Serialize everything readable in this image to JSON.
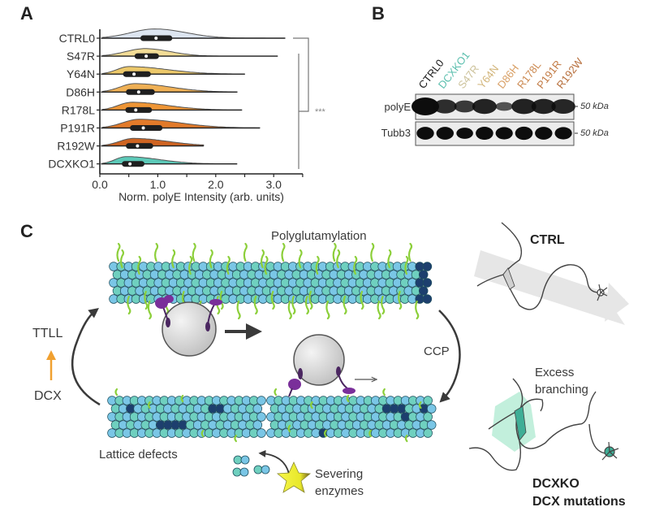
{
  "panels": {
    "A": {
      "letter": "A"
    },
    "B": {
      "letter": "B"
    },
    "C": {
      "letter": "C"
    }
  },
  "chart_data": {
    "type": "violin",
    "orientation": "horizontal",
    "title": "",
    "xlabel": "Norm. polyE Intensity (arb. units)",
    "ylabel": "",
    "xlim": [
      0.0,
      3.5
    ],
    "xticks": [
      0.0,
      0.5,
      1.0,
      1.5,
      2.0,
      2.5,
      3.0,
      3.5
    ],
    "xtick_labels": [
      "0.0",
      "1.0",
      "2.0",
      "3.0"
    ],
    "xtick_label_values": [
      0.0,
      1.0,
      2.0,
      3.0
    ],
    "grid": false,
    "categories": [
      "CTRL0",
      "S47R",
      "Y64N",
      "D86H",
      "R178L",
      "P191R",
      "R192W",
      "DCXKO1"
    ],
    "series": [
      {
        "name": "CTRL0",
        "color": "#dde5f0",
        "min": 0.05,
        "q1": 0.7,
        "median": 0.97,
        "q3": 1.25,
        "max": 3.2,
        "mode": 0.95,
        "density_width": 0.55
      },
      {
        "name": "S47R",
        "color": "#f2dc96",
        "min": 0.05,
        "q1": 0.6,
        "median": 0.8,
        "q3": 1.02,
        "max": 3.07,
        "mode": 0.78,
        "density_width": 0.4
      },
      {
        "name": "Y64N",
        "color": "#ecc86a",
        "min": 0.05,
        "q1": 0.4,
        "median": 0.59,
        "q3": 0.88,
        "max": 2.5,
        "mode": 0.5,
        "density_width": 0.4
      },
      {
        "name": "D86H",
        "color": "#efb055",
        "min": 0.05,
        "q1": 0.45,
        "median": 0.67,
        "q3": 0.95,
        "max": 2.37,
        "mode": 0.6,
        "density_width": 0.48
      },
      {
        "name": "R178L",
        "color": "#ee9535",
        "min": 0.05,
        "q1": 0.44,
        "median": 0.62,
        "q3": 0.9,
        "max": 2.45,
        "mode": 0.55,
        "density_width": 0.42
      },
      {
        "name": "P191R",
        "color": "#e27a2a",
        "min": 0.05,
        "q1": 0.52,
        "median": 0.75,
        "q3": 1.08,
        "max": 2.76,
        "mode": 0.68,
        "density_width": 0.5
      },
      {
        "name": "R192W",
        "color": "#cf6422",
        "min": 0.05,
        "q1": 0.45,
        "median": 0.65,
        "q3": 0.92,
        "max": 1.79,
        "mode": 0.58,
        "density_width": 0.4
      },
      {
        "name": "DCXKO1",
        "color": "#5cc9b8",
        "min": 0.05,
        "q1": 0.38,
        "median": 0.52,
        "q3": 0.77,
        "max": 2.37,
        "mode": 0.45,
        "density_width": 0.38
      }
    ],
    "annotations": [
      {
        "type": "significance-bracket",
        "from": "CTRL0",
        "to": "S47R..DCXKO1",
        "label": "***"
      }
    ]
  },
  "western_blot": {
    "lanes": [
      {
        "label": "CTRL0",
        "color": "#1a1a1a",
        "polyE": 1.0,
        "tubb3": 0.85
      },
      {
        "label": "DCXKO1",
        "color": "#5bbfae",
        "polyE": 0.7,
        "tubb3": 0.85
      },
      {
        "label": "S47R",
        "color": "#cdc39c",
        "polyE": 0.55,
        "tubb3": 0.65
      },
      {
        "label": "Y64N",
        "color": "#d2b57a",
        "polyE": 0.78,
        "tubb3": 0.9
      },
      {
        "label": "D86H",
        "color": "#d9a066",
        "polyE": 0.3,
        "tubb3": 0.8
      },
      {
        "label": "R178L",
        "color": "#cc8a52",
        "polyE": 0.8,
        "tubb3": 0.92
      },
      {
        "label": "P191R",
        "color": "#c27b45",
        "polyE": 0.78,
        "tubb3": 0.85
      },
      {
        "label": "R192W",
        "color": "#b76f3c",
        "polyE": 0.75,
        "tubb3": 0.8
      }
    ],
    "rows": [
      {
        "label": "polyE",
        "marker": "50 kDa"
      },
      {
        "label": "Tubb3",
        "marker": "50 kDa"
      }
    ]
  },
  "schematic": {
    "polyglutamylation": "Polyglutamylation",
    "ttll": "TTLL",
    "dcx": "DCX",
    "ccp": "CCP",
    "lattice_defects": "Lattice defects",
    "severing_line1": "Severing",
    "severing_line2": "enzymes",
    "ctrl": "CTRL",
    "excess_line1": "Excess",
    "excess_line2": "branching",
    "dcxko_line1": "DCXKO",
    "dcxko_line2": "DCX mutations",
    "colors": {
      "tubulin_a": "#6fd0bf",
      "tubulin_b": "#7ac6e6",
      "tubulin_outline": "#1e4f5e",
      "defect": "#1d3f6e",
      "glu_tail": "#8ccf3a",
      "motor": "#7a2f9a",
      "vesicle": "#d6d6d6",
      "ttll_arrow": "#f0a030",
      "star": "#f0f03a",
      "dcx_soma": "#3fae96",
      "dcx_field": "#b7ecd6",
      "ctrl_band": "#e6e6e6"
    }
  }
}
